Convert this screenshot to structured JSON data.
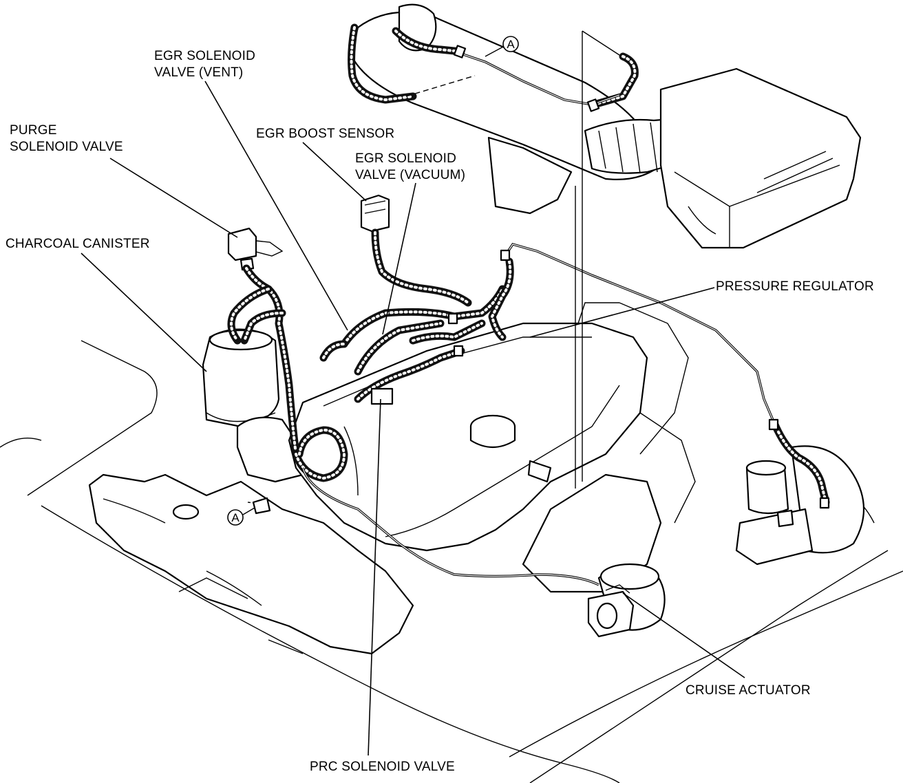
{
  "labels": {
    "purge_solenoid_valve": [
      "PURGE",
      "SOLENOID VALVE"
    ],
    "egr_solenoid_valve_vent": [
      "EGR SOLENOID",
      "VALVE (VENT)"
    ],
    "egr_boost_sensor": "EGR BOOST SENSOR",
    "egr_solenoid_valve_vacuum": [
      "EGR SOLENOID",
      "VALVE (VACUUM)"
    ],
    "charcoal_canister": "CHARCOAL CANISTER",
    "pressure_regulator": "PRESSURE REGULATOR",
    "cruise_actuator": "CRUISE ACTUATOR",
    "prc_solenoid_valve": "PRC SOLENOID VALVE"
  },
  "callouts": {
    "top": "A",
    "bottom": "A"
  },
  "colors": {
    "line": "#000000",
    "background": "#ffffff"
  }
}
